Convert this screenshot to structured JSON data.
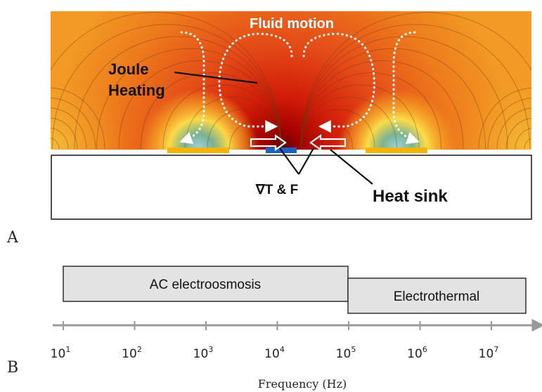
{
  "panel_a": {
    "letter": "A",
    "labels": {
      "fluid_motion": "Fluid motion",
      "joule_heating_line1": "Joule",
      "joule_heating_line2": "Heating",
      "grad_t_f": "∇T & F",
      "heat_sink": "Heat sink"
    },
    "colors": {
      "hot": "#b80000",
      "warm": "#e4501c",
      "orange": "#f2891c",
      "yellow": "#fde24a",
      "electrode": "#f4b400",
      "label_white": "#ffffff",
      "label_dark": "#111111"
    }
  },
  "panel_b": {
    "letter": "B",
    "ranges": {
      "ac_electroosmosis": "AC electroosmosis",
      "electrothermal": "Electrothermal"
    },
    "axis": {
      "title": "Frequency (Hz)",
      "ticks": [
        {
          "base": "10",
          "exp": "1"
        },
        {
          "base": "10",
          "exp": "2"
        },
        {
          "base": "10",
          "exp": "3"
        },
        {
          "base": "10",
          "exp": "4"
        },
        {
          "base": "10",
          "exp": "5"
        },
        {
          "base": "10",
          "exp": "6"
        },
        {
          "base": "10",
          "exp": "7"
        }
      ]
    },
    "colors": {
      "box_fill": "#e3e3e3",
      "axis": "#999999"
    }
  }
}
